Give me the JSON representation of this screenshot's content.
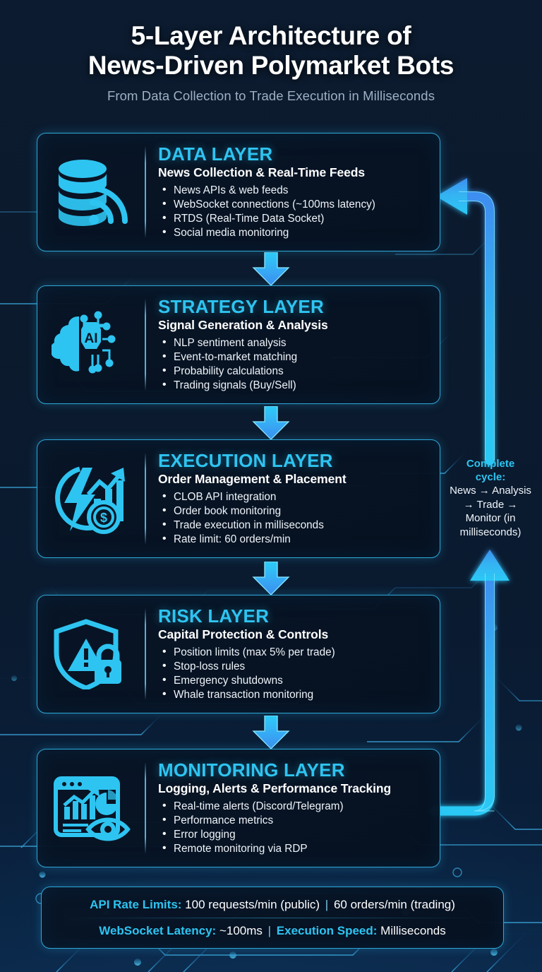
{
  "header": {
    "title_line1": "5-Layer Architecture of",
    "title_line2": "News-Driven Polymarket Bots",
    "subtitle": "From Data Collection to Trade Execution in Milliseconds"
  },
  "accent": {
    "cyan": "#2ec4f1",
    "border": "#2ea8d8",
    "arrow": "#3b9ff0",
    "bg": "#0c1a2e"
  },
  "layers": [
    {
      "id": "data",
      "title": "DATA LAYER",
      "subtitle": "News Collection & Real-Time Feeds",
      "icon": "database-rss-icon",
      "bullets": [
        "News APIs & web feeds",
        "WebSocket connections (~100ms latency)",
        "RTDS (Real-Time Data Socket)",
        "Social media monitoring"
      ]
    },
    {
      "id": "strategy",
      "title": "STRATEGY LAYER",
      "subtitle": "Signal Generation & Analysis",
      "icon": "ai-brain-circuit-icon",
      "bullets": [
        "NLP sentiment analysis",
        "Event-to-market matching",
        "Probability calculations",
        "Trading signals (Buy/Sell)"
      ]
    },
    {
      "id": "execution",
      "title": "EXECUTION LAYER",
      "subtitle": "Order Management & Placement",
      "icon": "lightning-chart-dollar-icon",
      "bullets": [
        "CLOB API integration",
        "Order book monitoring",
        "Trade execution in milliseconds",
        "Rate limit: 60 orders/min"
      ]
    },
    {
      "id": "risk",
      "title": "RISK LAYER",
      "subtitle": "Capital Protection & Controls",
      "icon": "shield-warning-lock-icon",
      "bullets": [
        "Position limits (max 5% per trade)",
        "Stop-loss rules",
        "Emergency shutdowns",
        "Whale transaction monitoring"
      ]
    },
    {
      "id": "monitoring",
      "title": "MONITORING LAYER",
      "subtitle": "Logging, Alerts & Performance Tracking",
      "icon": "dashboard-eye-icon",
      "bullets": [
        "Real-time alerts (Discord/Telegram)",
        "Performance metrics",
        "Error logging",
        "Remote monitoring via RDP"
      ]
    }
  ],
  "cycle": {
    "heading_line1": "Complete",
    "heading_line2": "cycle:",
    "body_line1": "News → Analysis",
    "body_line2": "→ Trade →",
    "body_line3": "Monitor (in",
    "body_line4": "milliseconds)"
  },
  "footer": {
    "row1_key": "API Rate Limits:",
    "row1_val1": "100 requests/min (public)",
    "row1_sep": "|",
    "row1_val2": "60 orders/min (trading)",
    "row2_key1": "WebSocket Latency:",
    "row2_val1": "~100ms",
    "row2_sep": "|",
    "row2_key2": "Execution Speed:",
    "row2_val2": "Milliseconds"
  }
}
